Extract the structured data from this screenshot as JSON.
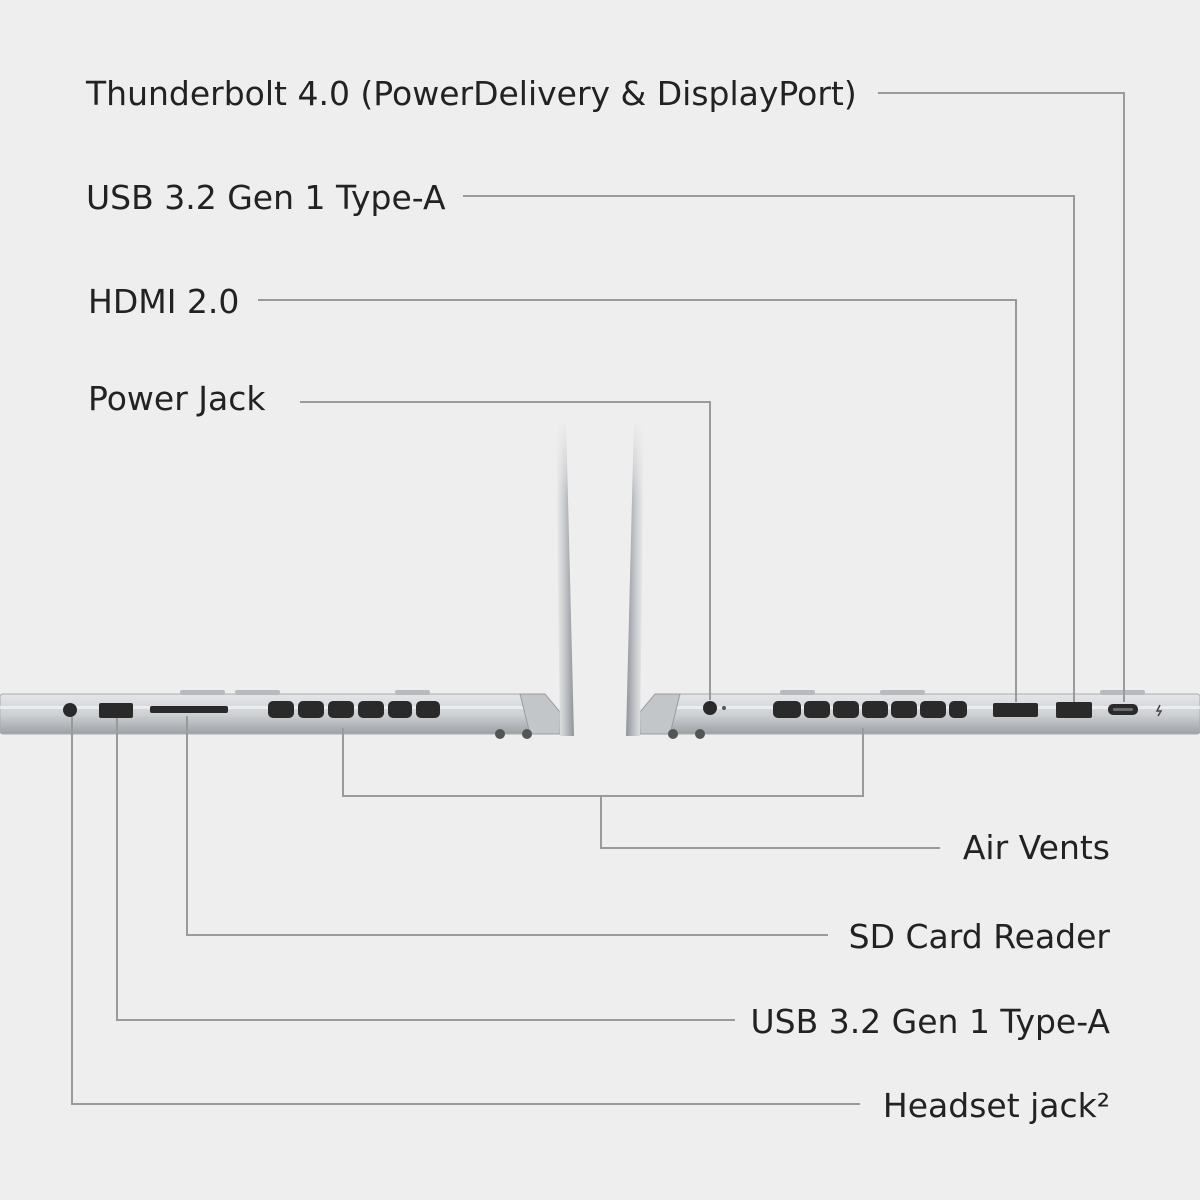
{
  "colors": {
    "background": "#eeeeee",
    "leader_line": "#9a9a9a",
    "chassis": "#d4d6d8",
    "chassis_edge": "#a8acb0",
    "port": "#2a2a2a"
  },
  "labels": {
    "thunderbolt": "Thunderbolt 4.0 (PowerDelivery & DisplayPort)",
    "usb_right": "USB 3.2 Gen 1 Type-A",
    "hdmi": "HDMI 2.0",
    "power_jack": "Power Jack",
    "air_vents": "Air Vents",
    "sd_card_reader": "SD Card Reader",
    "usb_left": "USB 3.2 Gen 1 Type-A",
    "headset_jack": "Headset jack²"
  },
  "icons": {
    "laptop_left": "laptop-left-side-icon",
    "laptop_right": "laptop-right-side-icon"
  }
}
